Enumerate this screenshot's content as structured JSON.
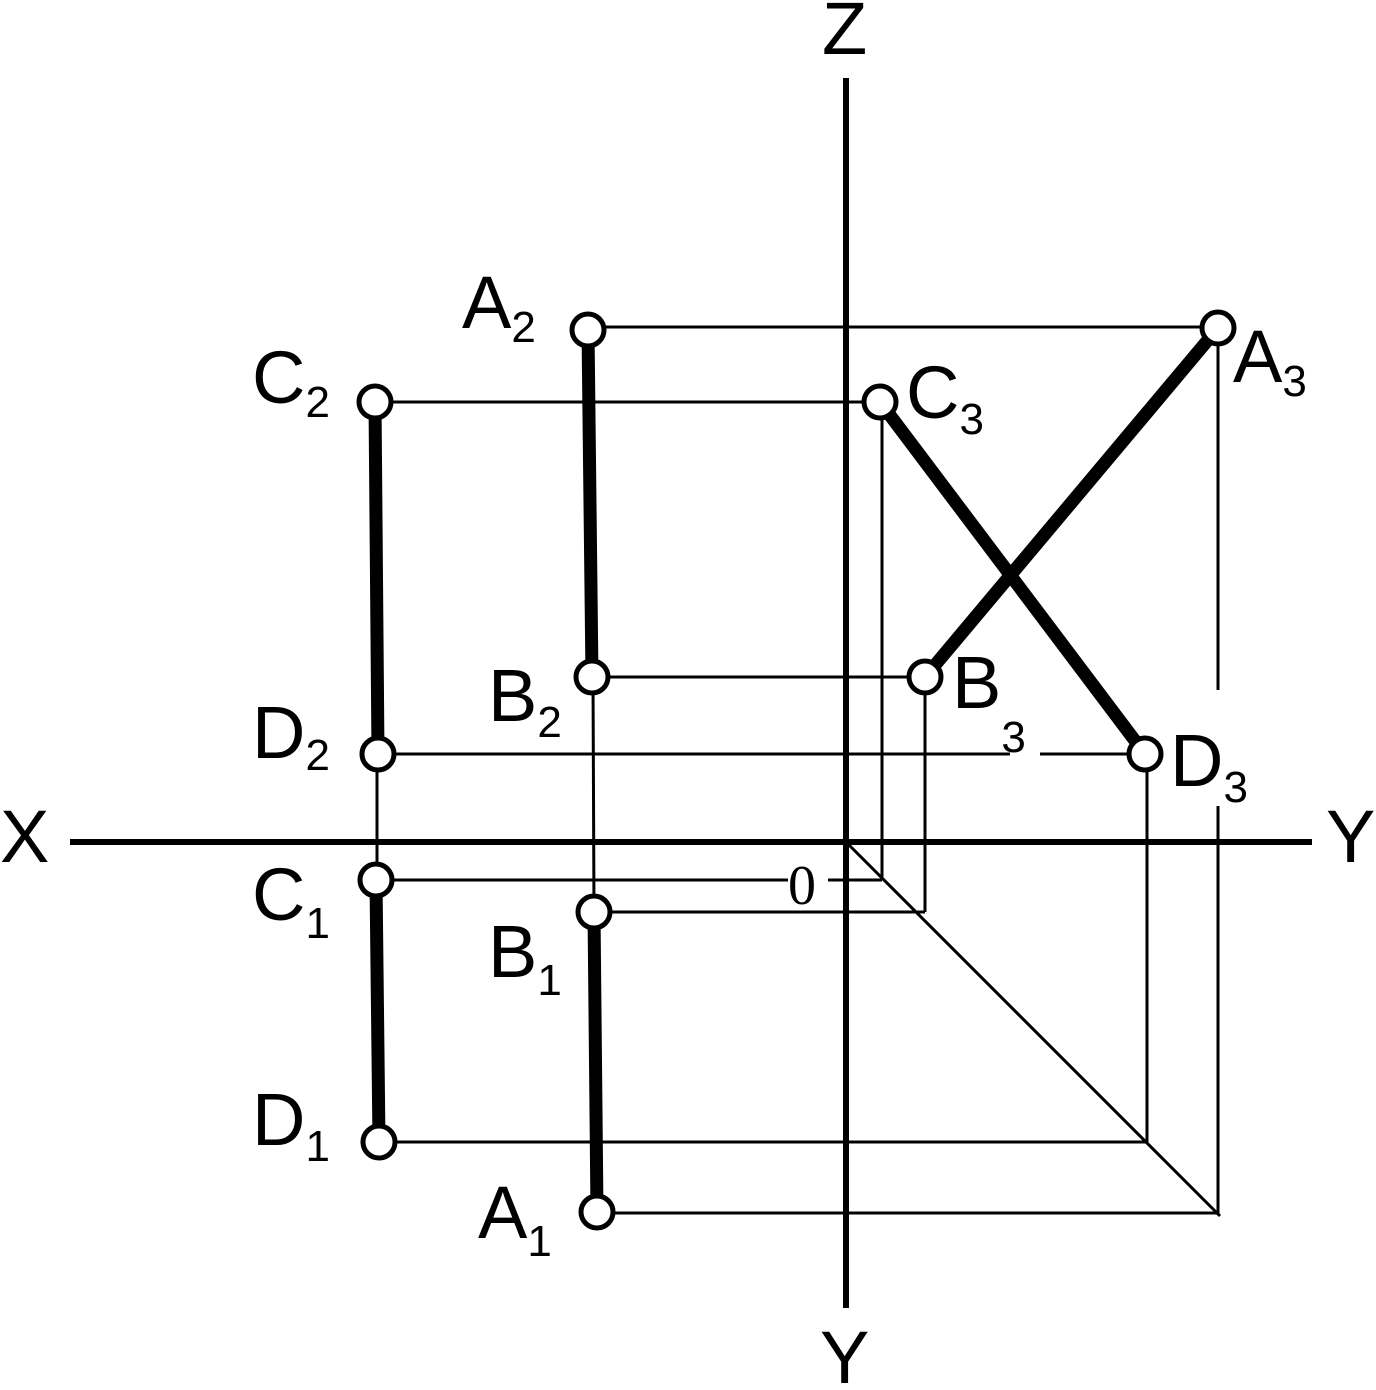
{
  "axes": {
    "x_label": "X",
    "y_right_label": "Y",
    "y_bottom_label": "Y",
    "z_label": "Z",
    "origin_label": "0"
  },
  "points": {
    "A2": {
      "letter": "A",
      "index": "2"
    },
    "B2": {
      "letter": "B",
      "index": "2"
    },
    "C2": {
      "letter": "C",
      "index": "2"
    },
    "D2": {
      "letter": "D",
      "index": "2"
    },
    "A1": {
      "letter": "A",
      "index": "1"
    },
    "B1": {
      "letter": "B",
      "index": "1"
    },
    "C1": {
      "letter": "C",
      "index": "1"
    },
    "D1": {
      "letter": "D",
      "index": "1"
    },
    "A3": {
      "letter": "A",
      "index": "3"
    },
    "B3": {
      "letter": "B",
      "index": "3"
    },
    "C3": {
      "letter": "C",
      "index": "3"
    },
    "D3": {
      "letter": "D",
      "index": "3"
    }
  },
  "colors": {
    "ink": "#000000",
    "paper": "#ffffff"
  }
}
